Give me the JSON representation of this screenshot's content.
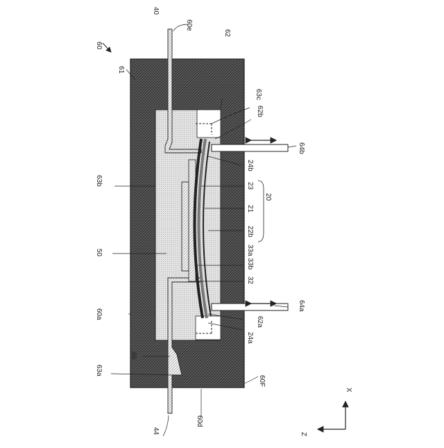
{
  "figure": {
    "assembly_label": "60",
    "labels": {
      "l40": "40",
      "l60e": "60e",
      "l62": "62",
      "l61": "61",
      "l63c": "63c",
      "l62b": "62b",
      "l64b": "64b",
      "l24b": "24b",
      "l23": "23",
      "l20": "20",
      "l21": "21",
      "l63b": "63b",
      "l22b": "22b",
      "l50": "50",
      "l33a33b": "33a 33b",
      "l32": "32",
      "l60a": "60a",
      "l64a": "64a",
      "l62a": "62a",
      "l24a": "24a",
      "l46": "46",
      "l63a": "63a",
      "l60f": "60F",
      "l44": "44",
      "l60d": "60d"
    },
    "axes": {
      "x": "X",
      "z": "Z"
    }
  },
  "colors": {
    "mold": "#4a4a4a",
    "cavity": "#d9d9d9",
    "line": "#222222"
  }
}
